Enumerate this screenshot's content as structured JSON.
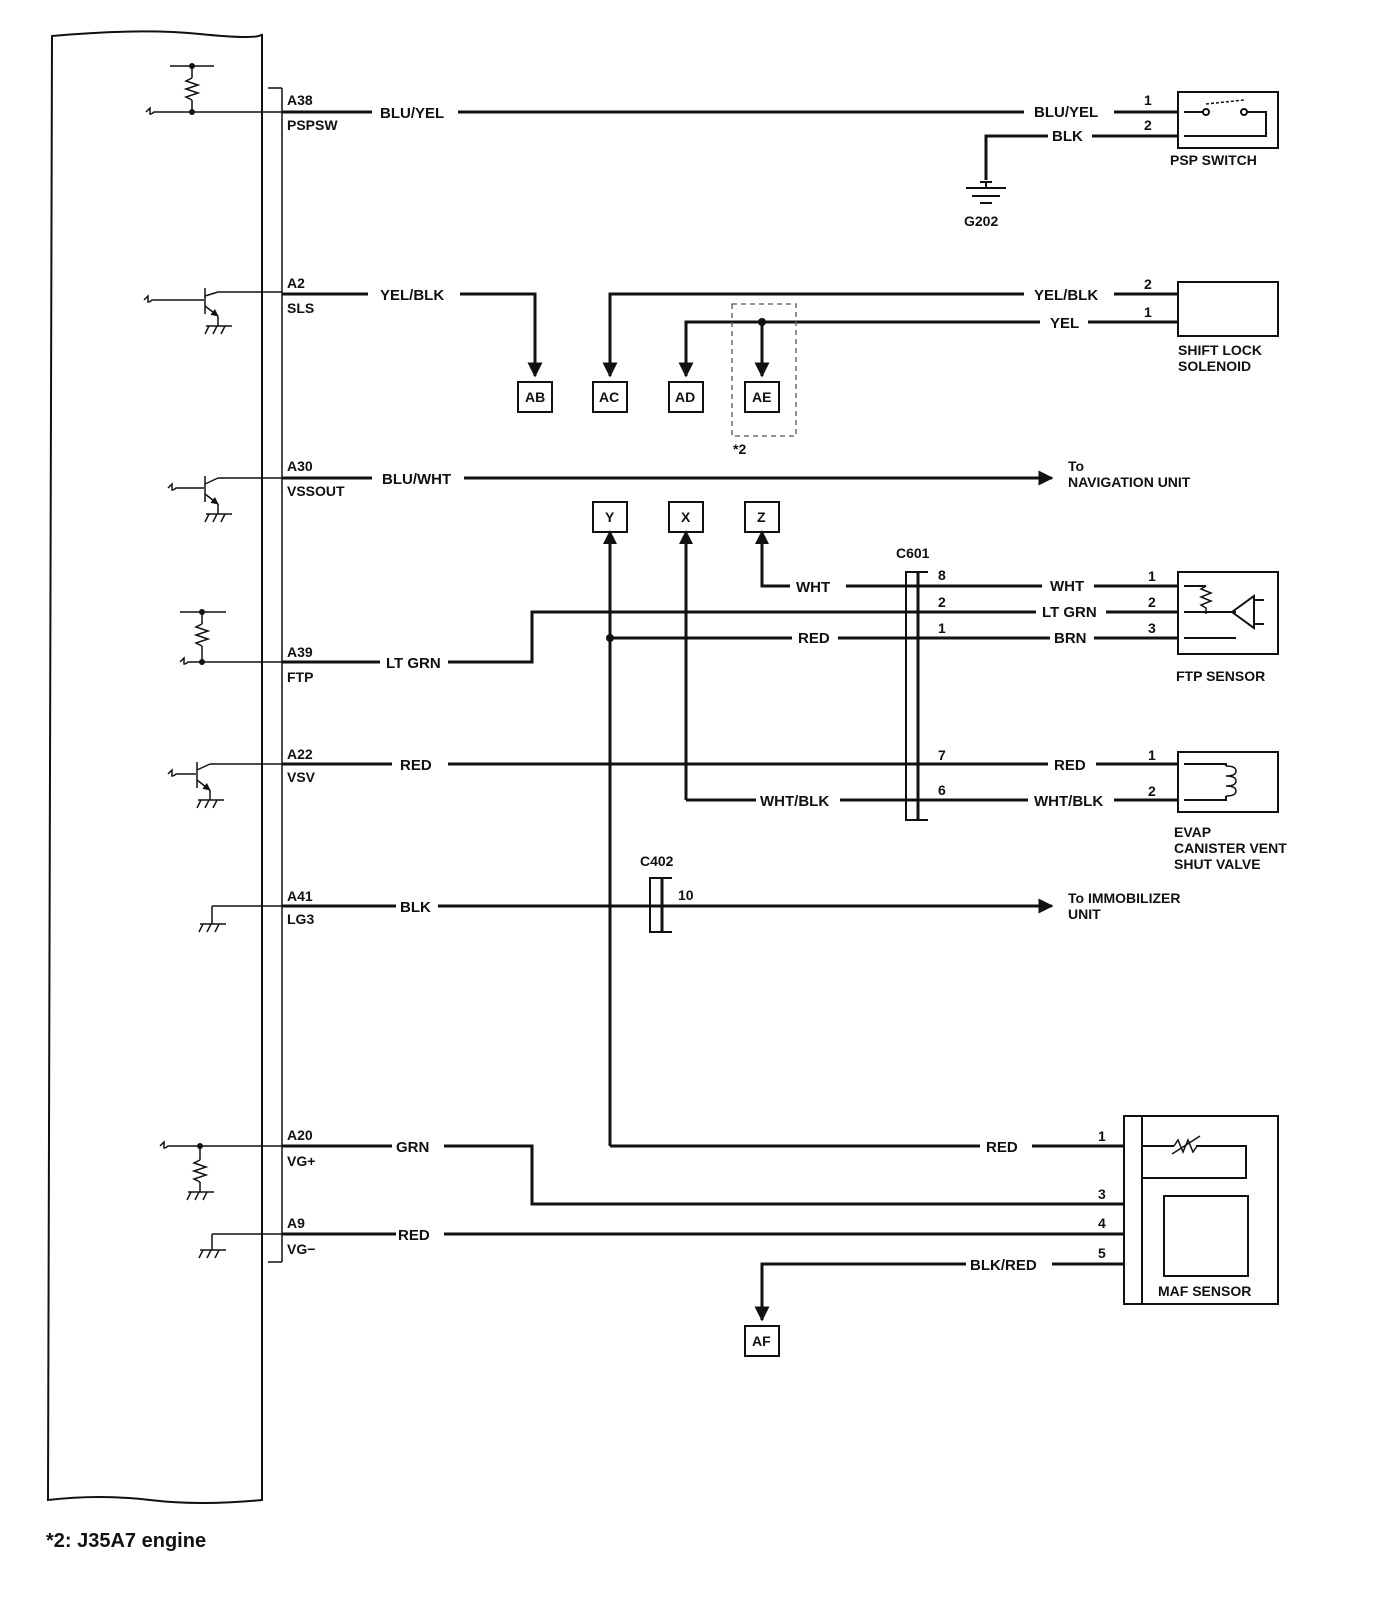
{
  "pins": {
    "a38": {
      "pin": "A38",
      "name": "PSPSW"
    },
    "a2": {
      "pin": "A2",
      "name": "SLS"
    },
    "a30": {
      "pin": "A30",
      "name": "VSSOUT"
    },
    "a39": {
      "pin": "A39",
      "name": "FTP"
    },
    "a22": {
      "pin": "A22",
      "name": "VSV"
    },
    "a41": {
      "pin": "A41",
      "name": "LG3"
    },
    "a20": {
      "pin": "A20",
      "name": "VG+"
    },
    "a9": {
      "pin": "A9",
      "name": "VG−"
    }
  },
  "wire_colors": {
    "blu_yel": "BLU/YEL",
    "blk": "BLK",
    "yel_blk": "YEL/BLK",
    "yel": "YEL",
    "blu_wht": "BLU/WHT",
    "lt_grn": "LT GRN",
    "red": "RED",
    "wht": "WHT",
    "brn": "BRN",
    "wht_blk": "WHT/BLK",
    "grn": "GRN",
    "blk_red": "BLK/RED"
  },
  "components": {
    "psp_switch": "PSP SWITCH",
    "ground": "G202",
    "shift_lock_1": "SHIFT LOCK",
    "shift_lock_2": "SOLENOID",
    "nav_1": "To",
    "nav_2": "NAVIGATION UNIT",
    "ftp_sensor": "FTP SENSOR",
    "evap_1": "EVAP",
    "evap_2": "CANISTER VENT",
    "evap_3": "SHUT VALVE",
    "immo_1": "To IMMOBILIZER",
    "immo_2": "UNIT",
    "maf_sensor": "MAF SENSOR"
  },
  "connectors": {
    "c601": "C601",
    "c402": "C402"
  },
  "terminals": {
    "n1": "1",
    "n2": "2",
    "n3": "3",
    "n4": "4",
    "n5": "5",
    "n6": "6",
    "n7": "7",
    "n8": "8",
    "n10": "10"
  },
  "offpage": {
    "ab": "AB",
    "ac": "AC",
    "ad": "AD",
    "ae": "AE",
    "y": "Y",
    "x": "X",
    "z": "Z",
    "af": "AF"
  },
  "notes": {
    "star2": "*2",
    "footnote": "*2: J35A7 engine"
  }
}
